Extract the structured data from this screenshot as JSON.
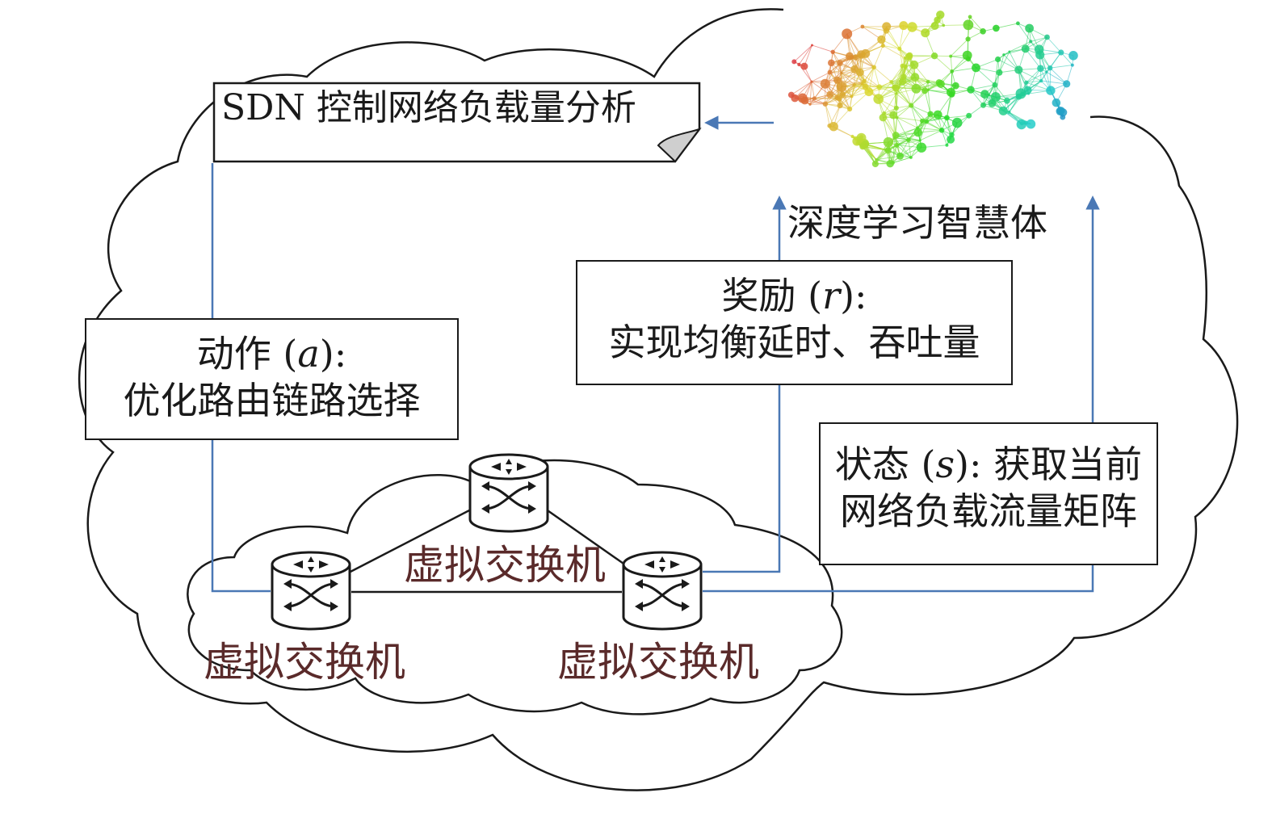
{
  "diagram": {
    "sdn_box": {
      "text": "SDN 控制网络负载量分析"
    },
    "agent_label": "深度学习智慧体",
    "reward_box": {
      "line1_prefix": "奖励 (",
      "line1_var": "r",
      "line1_suffix": "):",
      "line2": "实现均衡延时、吞吐量"
    },
    "action_box": {
      "line1_prefix": "动作 (",
      "line1_var": "a",
      "line1_suffix": "):",
      "line2": "优化路由链路选择"
    },
    "state_box": {
      "line1_prefix": "状态 (",
      "line1_var": "s",
      "line1_suffix": "): 获取当前",
      "line2": "网络负载流量矩阵"
    },
    "switches": [
      {
        "label": "虚拟交换机"
      },
      {
        "label": "虚拟交换机"
      },
      {
        "label": "虚拟交换机"
      }
    ]
  },
  "colors": {
    "arrow": "#4a78b5",
    "outline": "#1a1a1a",
    "switch_label": "#5a2a2a"
  },
  "icons": {
    "agent": "brain-network-icon",
    "switch": "virtual-switch-icon"
  }
}
